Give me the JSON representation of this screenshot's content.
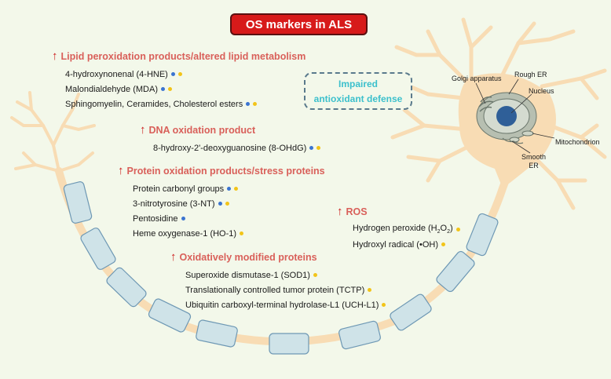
{
  "title": "OS markers in ALS",
  "antioxidant_box": {
    "line1": "Impaired",
    "line2": "antioxidant defense"
  },
  "groups": [
    {
      "heading": "Lipid peroxidation products/altered lipid metabolism",
      "items": [
        {
          "text": "4-hydroxynonenal (4-HNE)",
          "dots": [
            "blue",
            "yellow"
          ]
        },
        {
          "text": "Malondialdehyde (MDA)",
          "dots": [
            "blue",
            "yellow"
          ]
        },
        {
          "text": "Sphingomyelin, Ceramides, Cholesterol esters",
          "dots": [
            "blue",
            "yellow"
          ]
        }
      ]
    },
    {
      "heading": "DNA oxidation product",
      "items": [
        {
          "text": "8-hydroxy-2'-deoxyguanosine (8-OHdG)",
          "dots": [
            "blue",
            "yellow"
          ]
        }
      ]
    },
    {
      "heading": "Protein oxidation products/stress proteins",
      "items": [
        {
          "text": "Protein carbonyl groups",
          "dots": [
            "blue",
            "yellow"
          ]
        },
        {
          "text": "3-nitrotyrosine (3-NT)",
          "dots": [
            "blue",
            "yellow"
          ]
        },
        {
          "text": "Pentosidine",
          "dots": [
            "blue"
          ]
        },
        {
          "text": "Heme oxygenase-1 (HO-1)",
          "dots": [
            "yellow"
          ]
        }
      ]
    },
    {
      "heading": "ROS",
      "items": [
        {
          "text": "Hydrogen peroxide (H2O2)",
          "dots": [
            "yellow"
          ]
        },
        {
          "text": "Hydroxyl radical (•OH)",
          "dots": [
            "yellow"
          ]
        }
      ]
    },
    {
      "heading": "Oxidatively modified proteins",
      "items": [
        {
          "text": "Superoxide dismutase-1 (SOD1)",
          "dots": [
            "yellow"
          ]
        },
        {
          "text": "Translationally controlled tumor protein (TCTP)",
          "dots": [
            "yellow"
          ]
        },
        {
          "text": "Ubiquitin carboxyl-terminal hydrolase-L1 (UCH-L1)",
          "dots": [
            "yellow"
          ]
        }
      ]
    }
  ],
  "neuron_labels": {
    "golgi": "Golgi apparatus",
    "rough_er": "Rough ER",
    "nucleus": "Nucleus",
    "mitochondrion": "Mitochondrion",
    "smooth_er_1": "Smooth",
    "smooth_er_2": "ER"
  },
  "colors": {
    "background": "#f3f8ea",
    "neuron": "#f8dcb4",
    "myelin": "#cfe3e8",
    "title_box": "#d71a1a",
    "heading": "#d9605a",
    "arrow": "#cc1f1f",
    "antioxidant_text": "#3cc0cc",
    "dot_blue": "#3b74d0",
    "dot_yellow": "#f2c419"
  }
}
